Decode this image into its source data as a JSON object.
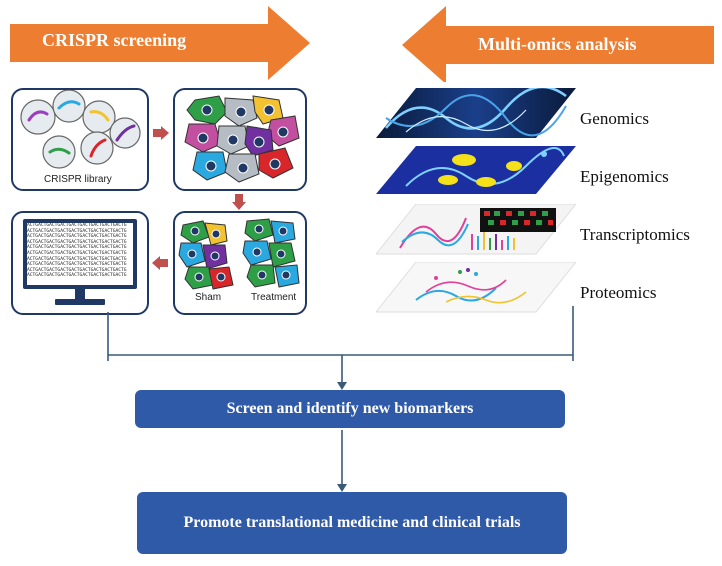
{
  "left_arrow": {
    "label": "CRISPR screening",
    "color": "#ed7d31"
  },
  "right_arrow": {
    "label": "Multi-omics analysis",
    "color": "#ed7d31"
  },
  "crispr": {
    "library_label": "CRISPR library",
    "sham_label": "Sham",
    "treatment_label": "Treatment",
    "sequence_text": "ACTGACTGACTGACTGACTGACTGACTGACTGACTG"
  },
  "omics": [
    {
      "label": "Genomics",
      "icon": "dna-helix-icon"
    },
    {
      "label": "Epigenomics",
      "icon": "chromatin-icon"
    },
    {
      "label": "Transcriptomics",
      "icon": "heatmap-icon"
    },
    {
      "label": "Proteomics",
      "icon": "protein-structure-icon"
    }
  ],
  "boxes": {
    "biomarkers": "Screen and identify new biomarkers",
    "translational": "Promote translational medicine and clinical trials"
  },
  "colors": {
    "navy": "#1f3864",
    "box_blue": "#2f5aa8",
    "arrow_red": "#c0504d",
    "connector": "#3a5a7a"
  }
}
